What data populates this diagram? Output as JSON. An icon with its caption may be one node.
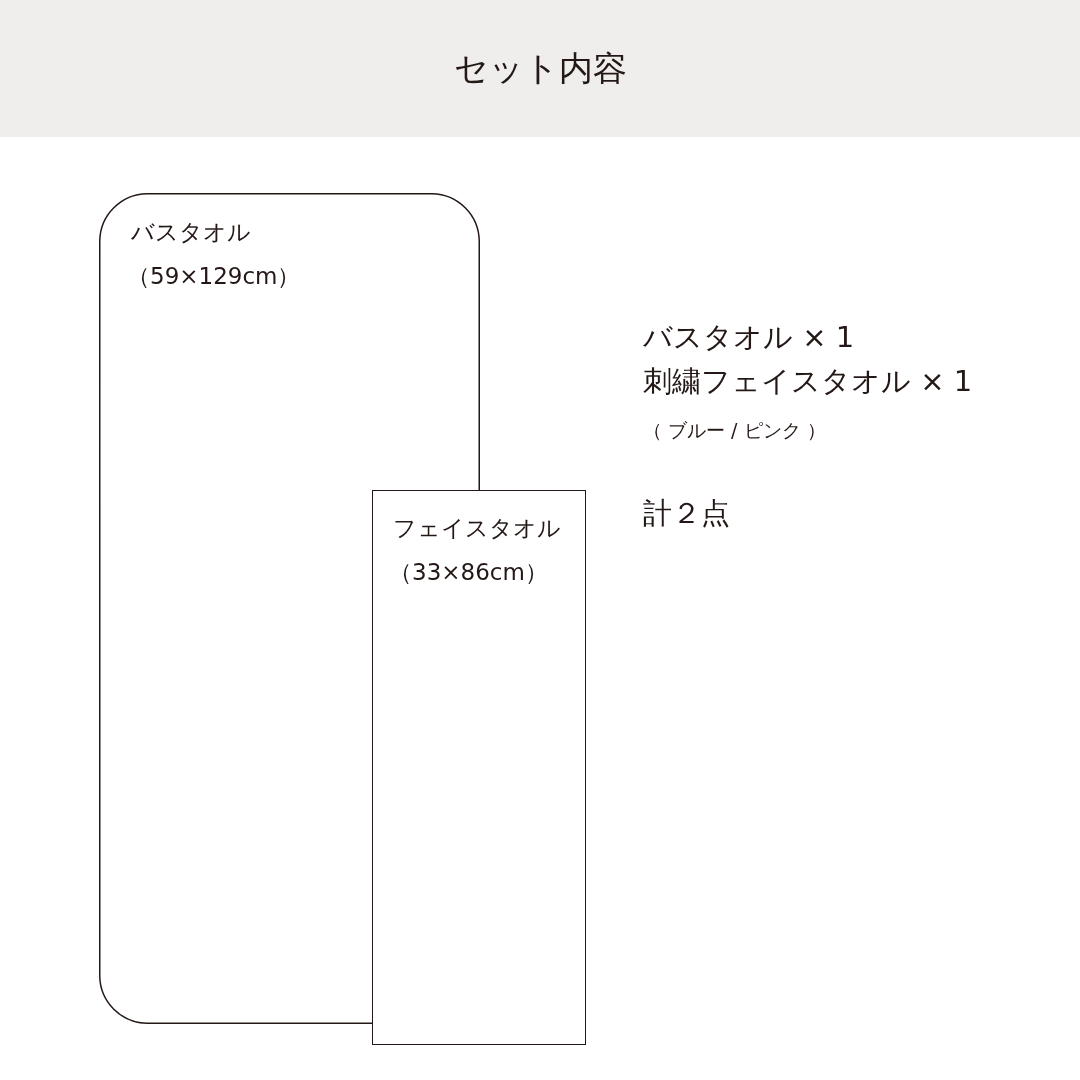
{
  "diagram": {
    "title": "セット内容",
    "nodes": [
      {
        "text": [
          "バスタオル",
          "（59×129cm）"
        ]
      },
      {
        "text": [
          "フェイスタオル",
          "（33×86cm）"
        ]
      }
    ],
    "labels": [
      "バスタオル × 1",
      "刺繍フェイスタオル × 1",
      "（ ブルー / ピンク ）",
      "計２点"
    ]
  }
}
